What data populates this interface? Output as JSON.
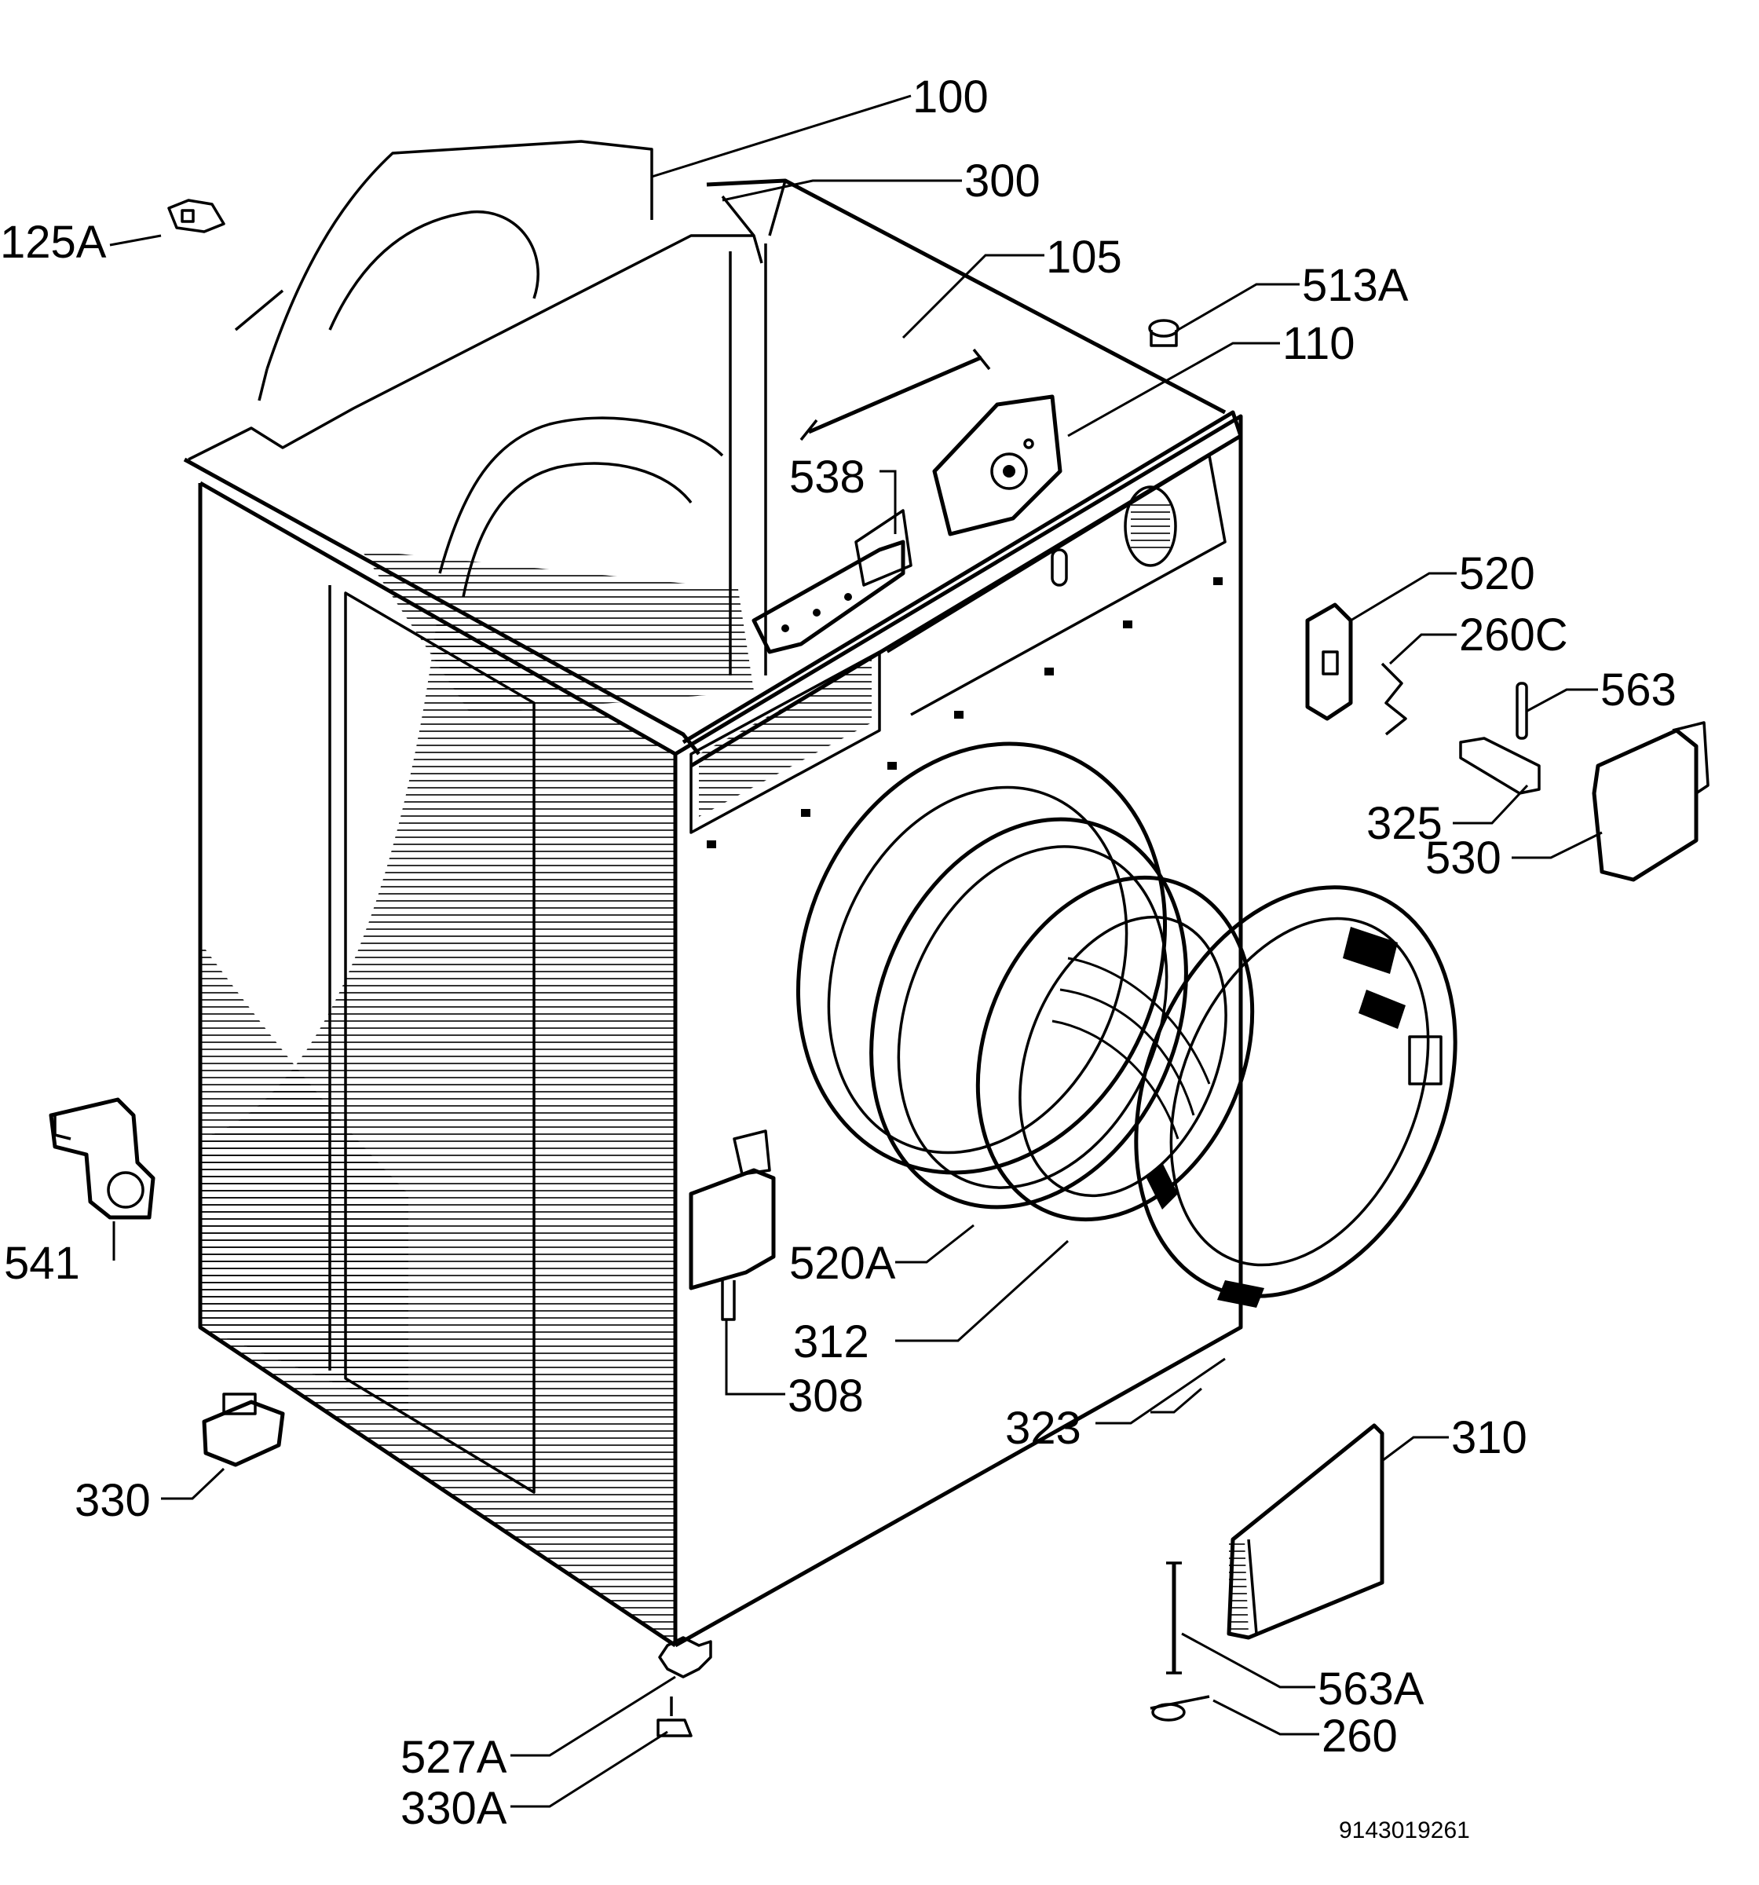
{
  "diagram": {
    "part_labels": {
      "p100": "100",
      "p125a": "125A",
      "p300": "300",
      "p105": "105",
      "p513a": "513A",
      "p110": "110",
      "p538": "538",
      "p520": "520",
      "p260c": "260C",
      "p563": "563",
      "p325": "325",
      "p530": "530",
      "p541": "541",
      "p520a": "520A",
      "p312": "312",
      "p308": "308",
      "p323": "323",
      "p310": "310",
      "p330": "330",
      "p563a": "563A",
      "p260": "260",
      "p527a": "527A",
      "p330a": "330A"
    },
    "drawing_code": "9143019261"
  }
}
